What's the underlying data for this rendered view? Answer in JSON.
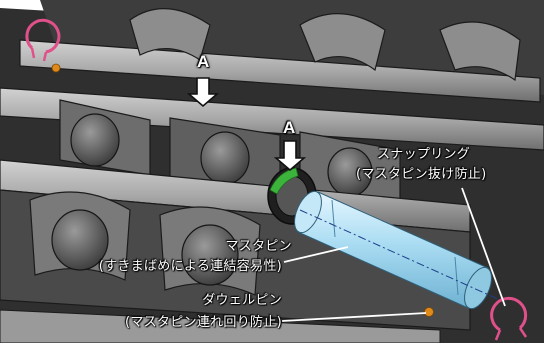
{
  "view_marks": [
    {
      "letter": "A",
      "direction": "down"
    },
    {
      "letter": "A",
      "direction": "down"
    }
  ],
  "callouts": {
    "snap_ring": {
      "line1": "スナップリング",
      "line2": "(マスタピン抜け防止)"
    },
    "master_pin": {
      "line1": "マスタピン",
      "line2": "(すきまばめによる連結容易性)"
    },
    "dowel_pin": {
      "line1": "ダウェルピン",
      "line2": "(マスタピン連れ回り防止)"
    }
  },
  "colors": {
    "background": "#2b2b2b",
    "track_link": "#b9b9b9",
    "master_pin": "#9fd4ec",
    "snap_ring": "#e0508a",
    "dowel_pin": "#e08a1a",
    "highlight": "#3cb43c"
  }
}
